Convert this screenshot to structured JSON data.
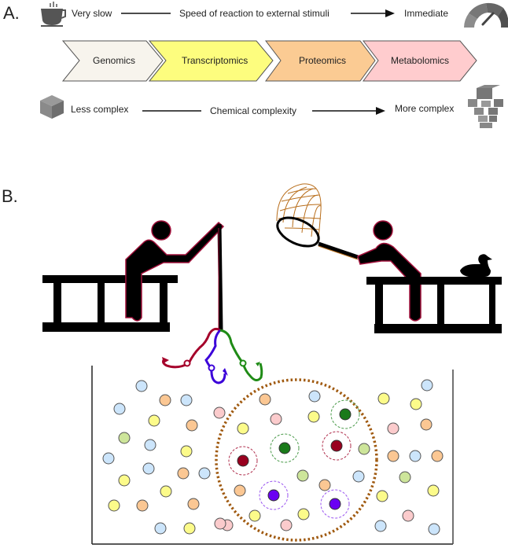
{
  "panel_a": {
    "label": "A.",
    "speed_axis": {
      "left_label": "Very slow",
      "center_label": "Speed of reaction to external stimuli",
      "right_label": "Immediate",
      "left_icon": "coffee-cup-icon",
      "right_icon": "speedometer-gauge-icon"
    },
    "omics": [
      {
        "label": "Genomics",
        "color": "#f7f4ed"
      },
      {
        "label": "Transcriptomics",
        "color": "#fdfd7e"
      },
      {
        "label": "Proteomics",
        "color": "#fbcb93"
      },
      {
        "label": "Metabolomics",
        "color": "#ffccce"
      }
    ],
    "complexity_axis": {
      "left_label": "Less complex",
      "center_label": "Chemical complexity",
      "right_label": "More complex",
      "left_icon": "single-cube-icon",
      "right_icon": "cube-cluster-icon"
    }
  },
  "panel_b": {
    "label": "B.",
    "left_figure": "person-fishing-with-rod-icon",
    "right_figure": "person-with-net-icon",
    "decoration": "duck-icon",
    "hook_colors": [
      "#a5002a",
      "#3b00d9",
      "#1f8b16"
    ],
    "target_colors": {
      "red": "#99001f",
      "green": "#1a7a1a",
      "purple": "#6a00f2"
    },
    "molecule_colors": {
      "blue": "#cce5fb",
      "yellow": "#fcfb8a",
      "orange": "#fbc793",
      "pink": "#fbcbcc",
      "green": "#cde59a"
    },
    "net_circle_color": "#a05a10"
  }
}
